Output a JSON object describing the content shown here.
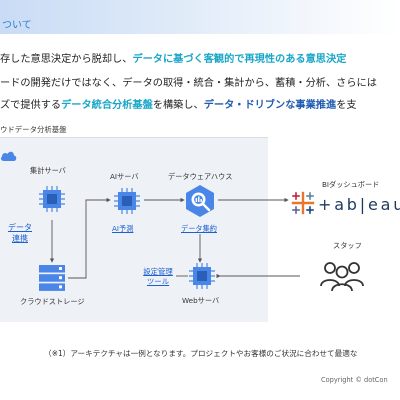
{
  "header": {
    "title": "ついて"
  },
  "paragraph": {
    "line1": {
      "a": "存した意思決定から脱却し、",
      "b": "データに基づく客観的で再現性のある意思決定"
    },
    "line2": {
      "a": "ードの開発だけではなく、データの取得・統合・集計から、蓄積・分析、さらには"
    },
    "line3": {
      "a": "ズで提供する",
      "b": "データ統合分析基盤",
      "c": "を構築し、",
      "d": "データ・ドリブンな事業推進",
      "e": "を支"
    }
  },
  "diagram": {
    "panel_label": "ウドデータ分析基盤",
    "nodes": {
      "aggregation_server": "集計サーバ",
      "data_integration": "データ\n連携",
      "cloud_storage": "クラウドストレージ",
      "ai_server": "AIサーバ",
      "ai_prediction": "AI予測",
      "data_warehouse": "データウェアハウス",
      "data_aggregation": "データ集約",
      "settings_tool": "設定管理\nツール",
      "web_server": "Webサーバ",
      "bi_dashboard": "BIダッシュボード",
      "tableau_logo": "+ab|eau",
      "staff": "スタッフ"
    }
  },
  "footnote": "（※1）アーキテクチャは一例となります。プロジェクトやお客様のご状況に合わせて最適な",
  "copyright": "Copyright © dotCon",
  "colors": {
    "chip_blue": "#4a86e8",
    "chip_dark": "#2a5fb8",
    "link_blue": "#1b5fd0",
    "highlight_cyan": "#19a6c8",
    "highlight_blue": "#1f5cb0",
    "panel_bg": "#eef2f6"
  }
}
